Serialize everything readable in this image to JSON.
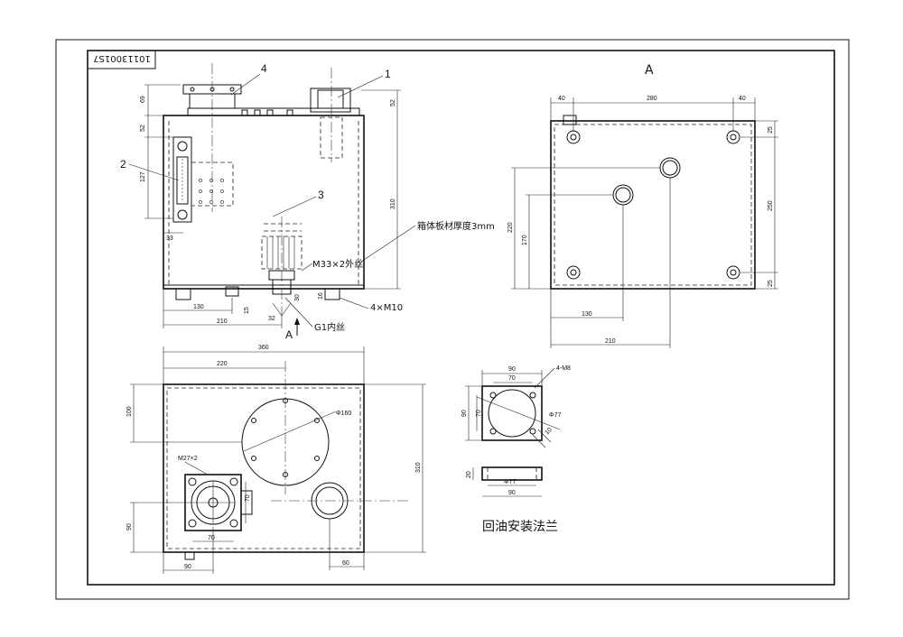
{
  "title_block": {
    "drawing_number": "10113001S7"
  },
  "view_label": "A",
  "view_arrow_label": "A",
  "balloons": [
    "1",
    "2",
    "3",
    "4"
  ],
  "notes": {
    "thickness": "箱体板材厚度3mm",
    "thread_outer": "M33×2外丝",
    "thread_inner": "G1内丝",
    "bolts": "4×M10",
    "flange_title": "回油安装法兰",
    "flange_holes": "4-M8",
    "thread_m27": "M27×2",
    "dia160": "Φ160"
  },
  "dims_front": {
    "d69": "69",
    "d52a": "52",
    "d52b": "52",
    "d127": "127",
    "d33": "33",
    "d310": "310",
    "d130": "130",
    "d210": "210",
    "d15": "15",
    "d30": "30",
    "d16": "16",
    "d32": "32"
  },
  "dims_view_a": {
    "d40a": "40",
    "d280": "280",
    "d40b": "40",
    "d25a": "25",
    "d250": "250",
    "d25b": "25",
    "d220": "220",
    "d170": "170",
    "d130": "130",
    "d210": "210"
  },
  "dims_top": {
    "d360": "360",
    "d220": "220",
    "d100": "100",
    "d310": "310",
    "d90a": "90",
    "d70": "70",
    "d90b": "90",
    "d60": "60",
    "d70b": "70"
  },
  "dims_flange": {
    "d90a": "90",
    "d70a": "70",
    "d90b": "90",
    "d70b": "70",
    "d77a": "Φ77",
    "d10": "10",
    "d20": "20",
    "d77b": "Φ77",
    "d90c": "90"
  }
}
